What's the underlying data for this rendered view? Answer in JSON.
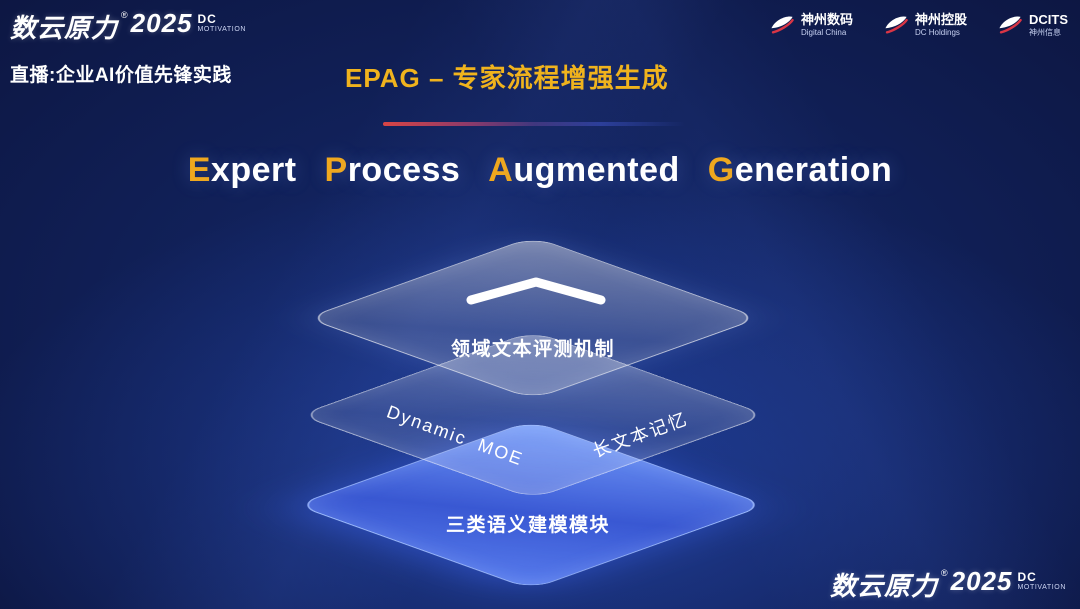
{
  "brand": {
    "name": "数云原力",
    "reg": "®",
    "year": "2025",
    "dc": "DC",
    "motivation": "MOTIVATION"
  },
  "header": {
    "live_label": "直播:企业AI价值先锋实践",
    "slide_title": "EPAG – 专家流程增强生成",
    "logos": [
      {
        "name": "神州数码",
        "sub": "Digital China"
      },
      {
        "name": "神州控股",
        "sub": "DC Holdings"
      },
      {
        "name": "DCITS",
        "sub": "神州信息"
      }
    ]
  },
  "main": {
    "title_words": [
      {
        "initial": "E",
        "rest": "xpert"
      },
      {
        "initial": "P",
        "rest": "rocess"
      },
      {
        "initial": "A",
        "rest": "ugmented"
      },
      {
        "initial": "G",
        "rest": "eneration"
      }
    ],
    "stack": {
      "top_label": "领域文本评测机制",
      "middle_left_label": "Dynamic MOE",
      "middle_right_label": "长文本记忆",
      "bottom_label": "三类语义建模模块"
    }
  },
  "colors": {
    "accent_gold": "#f0a81e",
    "layer_blue": "#4a6ce8",
    "background_navy": "#0c153f",
    "divider_red": "#d84545"
  }
}
